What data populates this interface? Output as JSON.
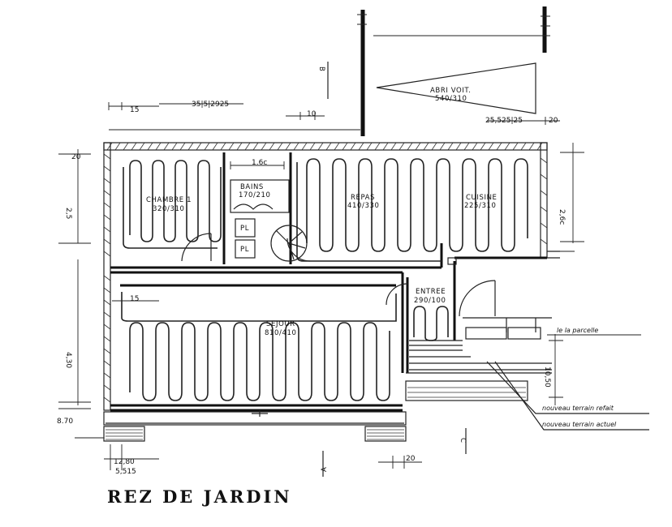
{
  "title": "REZ DE JARDIN",
  "rooms": {
    "chambre": {
      "name": "CHAMBRE 1",
      "size": "320/310"
    },
    "bains": {
      "name": "BAINS",
      "size": "170/210"
    },
    "repas": {
      "name": "REPAS",
      "size": "410/330"
    },
    "cuisine": {
      "name": "CUISINE",
      "size": "225/310"
    },
    "entree": {
      "name": "ENTREE",
      "size": "290/100"
    },
    "sejour": {
      "name": "SEJOUR",
      "size": "810/410"
    },
    "abri": {
      "name": "ABRI VOIT.",
      "size": "540/310"
    },
    "pl1": "PL",
    "pl2": "PL"
  },
  "dimensions": {
    "d15_top": "15",
    "d_top_mid": "35|5|2925",
    "d10": "10",
    "d_right_top": "25,525|25",
    "d20": "20",
    "d_bath_width": "1.6c",
    "d15_left": "15",
    "d_left_top": "2,5",
    "d_left_bottom": "4,30",
    "d_left_20": "20",
    "d_left_870": "8.70",
    "d_right_26": "2,6c",
    "d_right_1050": "10,50",
    "d_bottom_1280": "12,80",
    "d_bottom_5515": "5,515",
    "d_bottom_20": "20"
  },
  "section_marks": {
    "top": "B",
    "bottom_left": "A",
    "bottom_right": "C"
  },
  "annotations": {
    "limit": "le la parcelle",
    "terrain_refait": "nouveau terrain refait",
    "terrain_actuel": "nouveau terrain actuel"
  }
}
